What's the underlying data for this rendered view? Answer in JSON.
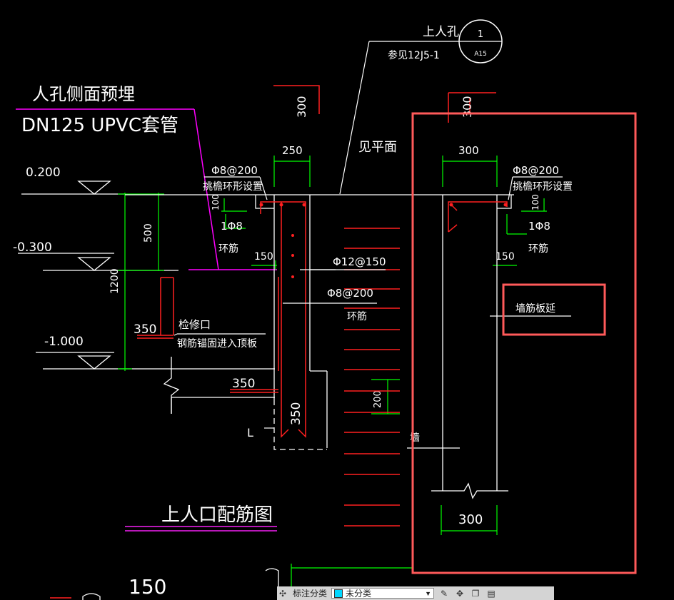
{
  "labels": {
    "manhole_title": "上人孔",
    "manhole_ref": "参见12J5-1",
    "callout_num": "1",
    "callout_sheet": "A15",
    "embed_title": "人孔侧面预埋",
    "embed_pipe": "DN125 UPVC套管",
    "see_plan": "见平面",
    "elev_1": "0.200",
    "elev_2": "-0.300",
    "elev_3": "-1.000",
    "dim_250": "250",
    "dim_300_top": "300",
    "dim_300_red": "300",
    "dim_300_red2": "300",
    "dim_500": "500",
    "dim_1200": "1200",
    "dim_100_l": "100",
    "dim_100_r": "100",
    "dim_150_l": "150",
    "dim_150_r": "150",
    "dim_350_l": "350",
    "dim_350_m": "350",
    "dim_350_v": "350",
    "dim_200": "200",
    "dim_300_bot": "300",
    "dim_150_bot": "150",
    "rebar_l": "Φ8@200",
    "rebar_l_note": "挑檐环形设置",
    "rebar_r": "Φ8@200",
    "rebar_r_note": "挑檐环形设置",
    "ring_l": "1Φ8",
    "ring_l_note": "环筋",
    "ring_r": "1Φ8",
    "ring_r_note": "环筋",
    "rebar_mid1": "Φ12@150",
    "rebar_mid2": "Φ8@200",
    "rebar_mid2_note": "环筋",
    "inspection": "检修口",
    "inspection_note": "钢筋锚固进入顶板",
    "wall_note": "墙筋板延",
    "wall": "墙",
    "letter_L": "L",
    "drawing_title": "上人口配筋图"
  },
  "toolbar": {
    "label": "标注分类",
    "selected": "未分类"
  },
  "colors": {
    "background": "#000000",
    "line_white": "#ffffff",
    "rebar_red": "#ff2020",
    "dim_green": "#00ff00",
    "leader_magenta": "#ff00ff",
    "highlight_box": "#ff5a5a"
  }
}
